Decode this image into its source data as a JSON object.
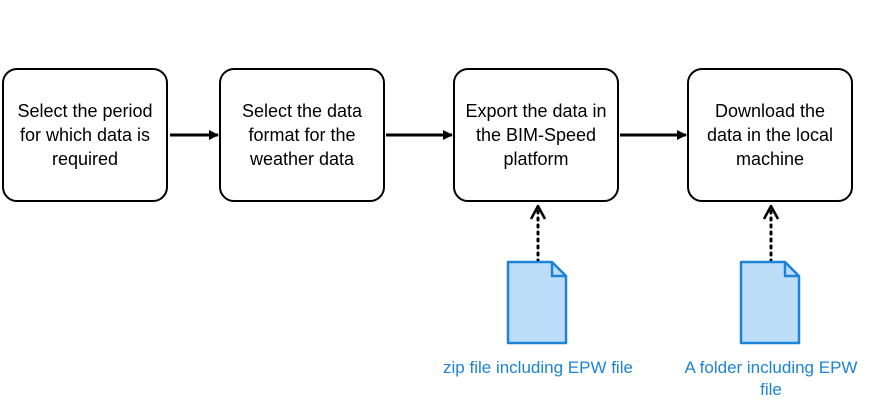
{
  "colors": {
    "box_stroke": "#000000",
    "arrow": "#000000",
    "file_fill": "#bcdcf8",
    "file_stroke": "#1e82d6",
    "file_label": "#1e82d6"
  },
  "steps": [
    {
      "label": "Select the period for which data is required"
    },
    {
      "label": "Select the data format for the weather data"
    },
    {
      "label": "Export the data in the BIM-Speed platform"
    },
    {
      "label": "Download the data in the local machine"
    }
  ],
  "files": [
    {
      "label": "zip file including EPW file",
      "icon": "document-icon",
      "connects_to_step": 3
    },
    {
      "label": "A folder including EPW file",
      "icon": "document-icon",
      "connects_to_step": 4
    }
  ]
}
